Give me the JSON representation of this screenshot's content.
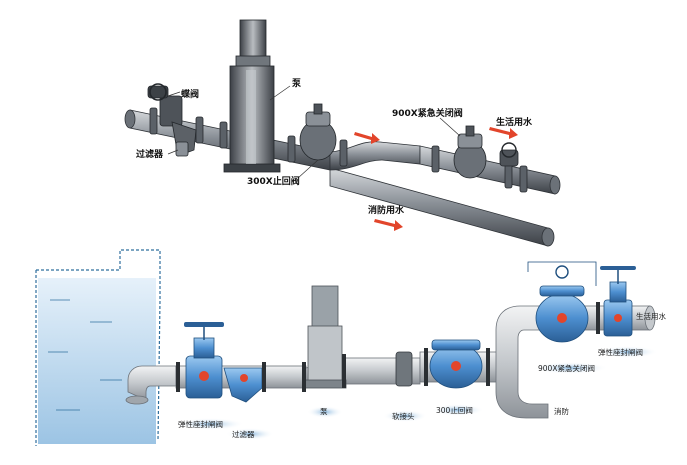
{
  "colors": {
    "pipe_dark": "#4a4f55",
    "pipe_mid": "#8a9097",
    "pipe_light": "#d6d9dc",
    "water": "#bcd9ee",
    "water_deep": "#6fa6cf",
    "blue_valve": "#4d8fd0",
    "red_arrow": "#e2452b",
    "label_shadow": "#a9cbe6"
  },
  "top_diagram": {
    "labels": {
      "butterfly_valve": "蝶阀",
      "pump": "泵",
      "filter": "过滤器",
      "check_valve": "300X止回阀",
      "emergency_valve": "900X紧急关闭阀",
      "domestic_water": "生活用水",
      "fire_water": "消防用水"
    }
  },
  "bottom_diagram": {
    "labels": {
      "emergency_valve": "900X紧急关闭阀",
      "gate_valve_right": "弹性座封闸阀",
      "domestic_water": "生活用水",
      "fire": "消防",
      "gate_valve_left": "弹性座封闸阀",
      "filter": "过滤器",
      "pump": "泵",
      "joint": "软接头",
      "check_valve": "300止回阀"
    }
  }
}
